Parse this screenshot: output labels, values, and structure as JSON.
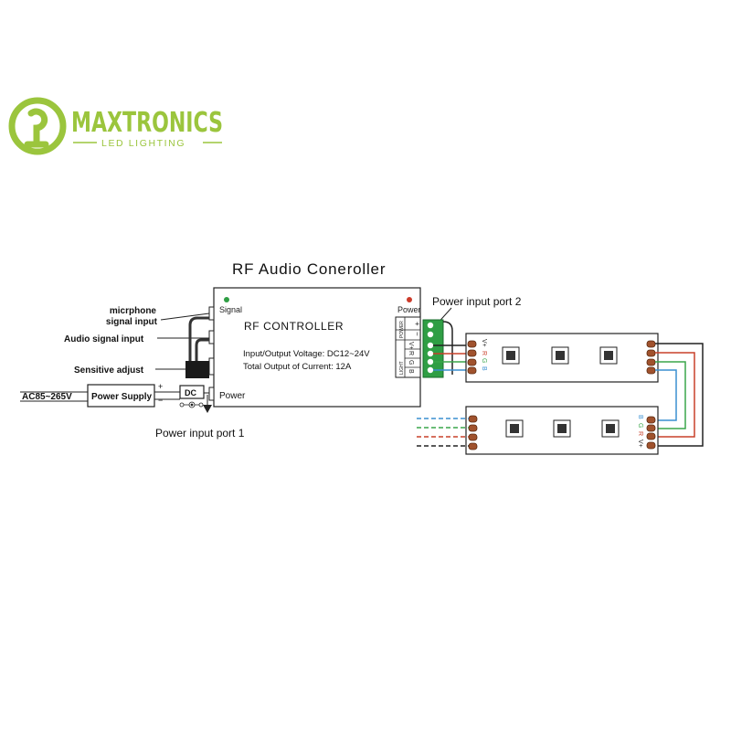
{
  "logo": {
    "brand": "MAXTRONICS",
    "tagline": "LED LIGHTING",
    "color": "#9bc53d"
  },
  "diagram": {
    "title": "RF Audio Coneroller",
    "controller": {
      "name": "RF CONTROLLER",
      "signal_led_label": "Signal",
      "power_led_label": "Power",
      "voltage_spec": "Input/Output Voltage: DC12~24V",
      "current_spec": "Total Output of Current: 12A",
      "power_side_label": "Power",
      "terminal_power_label": "POWER",
      "terminal_plus": "+",
      "terminal_minus": "−",
      "terminal_light_label": "LIGHT",
      "terminal_pins": [
        "B",
        "G",
        "R",
        "V+"
      ]
    },
    "inputs": {
      "microphone_line1": "micrphone",
      "microphone_line2": "signal input",
      "audio": "Audio signal input",
      "sensitive": "Sensitive adjust",
      "ac_range": "AC85~265V",
      "power_supply": "Power Supply",
      "ps_plus": "+",
      "ps_minus": "−",
      "dc_label": "DC"
    },
    "ports": {
      "port1": "Power input port 1",
      "port2": "Power input port 2"
    },
    "strip_pins_top": [
      "V+",
      "R",
      "G",
      "B"
    ],
    "strip_pins_bottom": [
      "B",
      "G",
      "R",
      "V+"
    ],
    "wire_colors": {
      "blue": "#3a8fd1",
      "green": "#3aa64a",
      "red": "#c8402a",
      "black": "#222222",
      "terminal_green": "#2f9e44",
      "pad_brown": "#a0522d",
      "signal_led": "#2f9e44",
      "power_led": "#cc3b2a"
    }
  }
}
